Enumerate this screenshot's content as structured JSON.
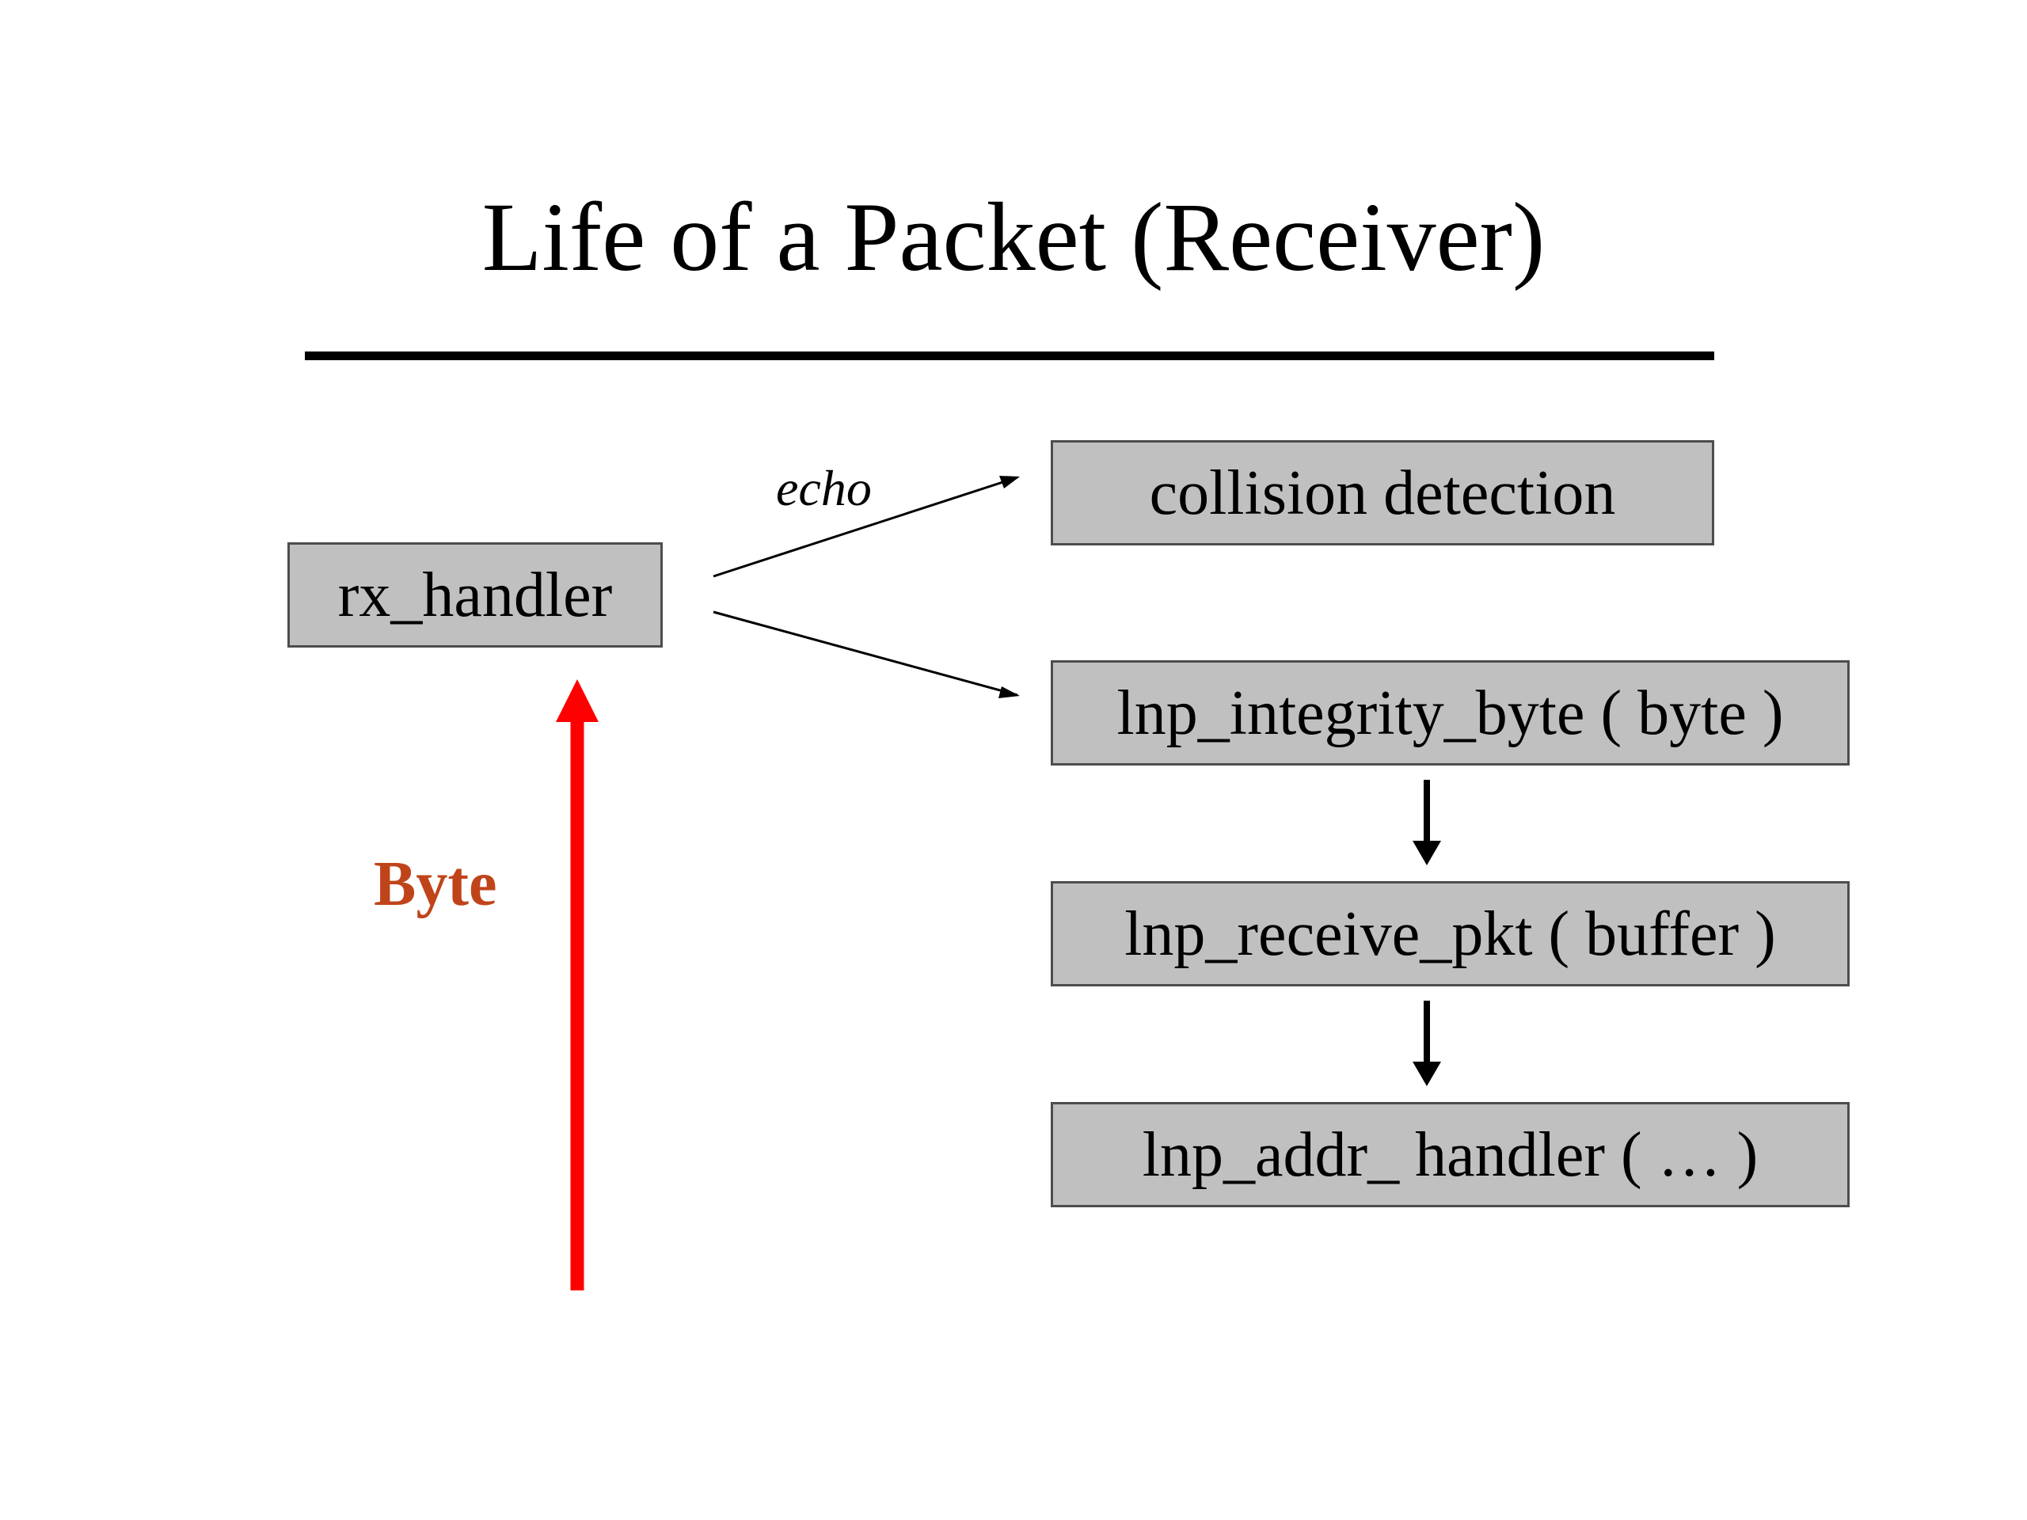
{
  "slide": {
    "title": "Life of a Packet (Receiver)"
  },
  "boxes": {
    "rx_handler": "rx_handler",
    "collision": "collision detection",
    "integrity": "lnp_integrity_byte ( byte )",
    "receive": "lnp_receive_pkt ( buffer )",
    "addr": "lnp_addr_ handler ( … )"
  },
  "labels": {
    "echo": "echo",
    "byte": "Byte"
  },
  "colors": {
    "box_fill": "#c0c0c0",
    "box_border": "#4d4d4d",
    "byte_arrow": "#ff0000",
    "byte_label": "#c0441a"
  }
}
